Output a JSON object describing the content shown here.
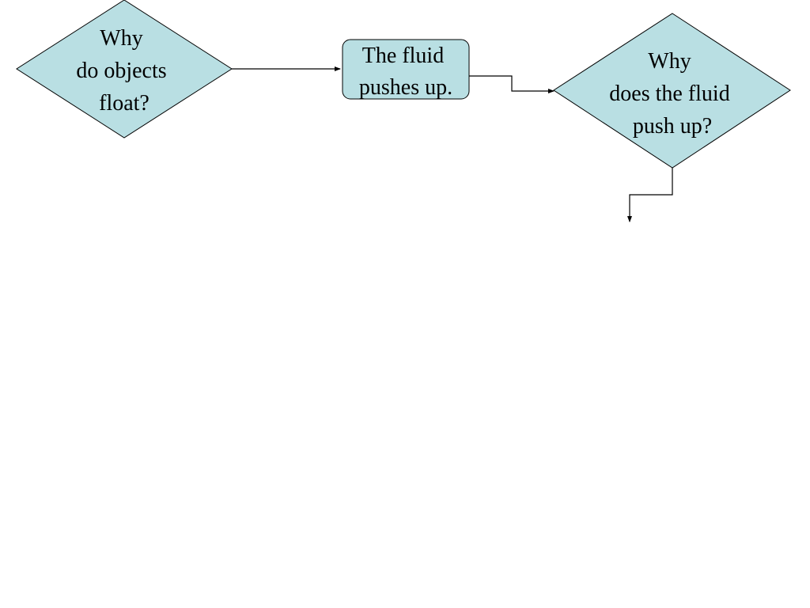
{
  "diagram": {
    "node_fill": "#b9dfe3",
    "stroke": "#000000",
    "nodes": [
      {
        "id": "q1",
        "kind": "decision",
        "lines": [
          "Why",
          "do objects",
          "float?"
        ]
      },
      {
        "id": "a1",
        "kind": "process",
        "lines": [
          "The fluid",
          "pushes up."
        ]
      },
      {
        "id": "q2",
        "kind": "decision",
        "lines": [
          "Why",
          "does the fluid",
          "push up?"
        ]
      }
    ],
    "edges": [
      {
        "from": "q1",
        "to": "a1"
      },
      {
        "from": "a1",
        "to": "q2"
      },
      {
        "from": "q2",
        "to": ""
      }
    ]
  }
}
